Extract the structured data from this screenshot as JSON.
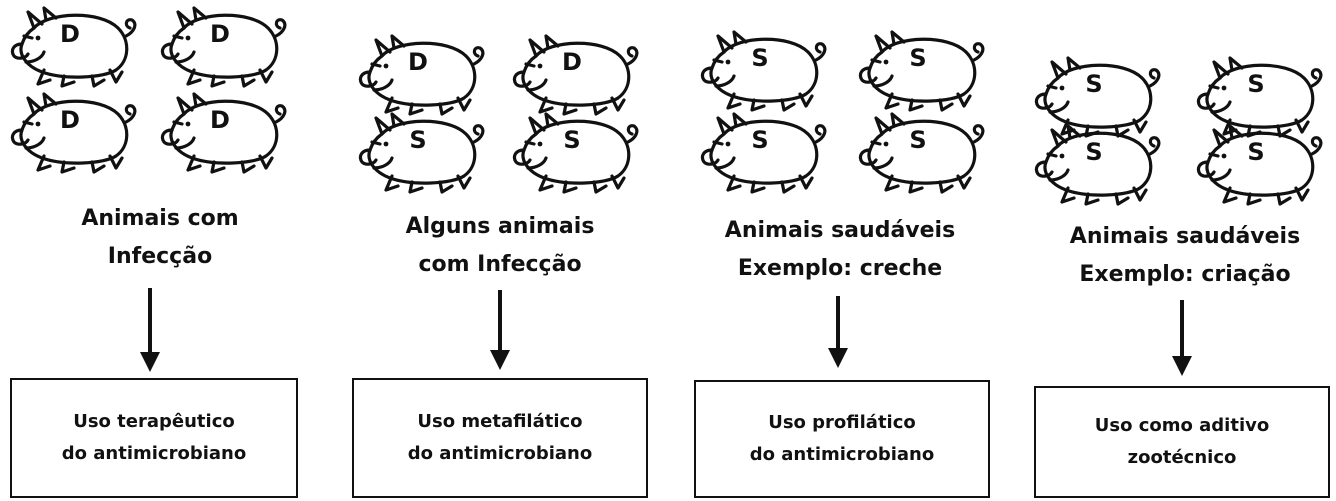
{
  "columns": [
    {
      "pig_letters": [
        "D",
        "D",
        "D",
        "D"
      ],
      "caption_line1": "Animais com",
      "caption_line2": "Infecção",
      "box_line1": "Uso terapêutico",
      "box_line2": "do antimicrobiano"
    },
    {
      "pig_letters": [
        "D",
        "D",
        "S",
        "S"
      ],
      "caption_line1": "Alguns animais",
      "caption_line2": "com Infecção",
      "box_line1": "Uso metafilático",
      "box_line2": "do antimicrobiano"
    },
    {
      "pig_letters": [
        "S",
        "S",
        "S",
        "S"
      ],
      "caption_line1": "Animais saudáveis",
      "caption_line2": "Exemplo: creche",
      "box_line1": "Uso profilático",
      "box_line2": "do antimicrobiano"
    },
    {
      "pig_letters": [
        "S",
        "S",
        "S",
        "S"
      ],
      "caption_line1": "Animais saudáveis",
      "caption_line2": "Exemplo: criação",
      "box_line1": "Uso como aditivo",
      "box_line2": "zootécnico"
    }
  ],
  "colors": {
    "ink": "#111111",
    "background": "#ffffff"
  }
}
